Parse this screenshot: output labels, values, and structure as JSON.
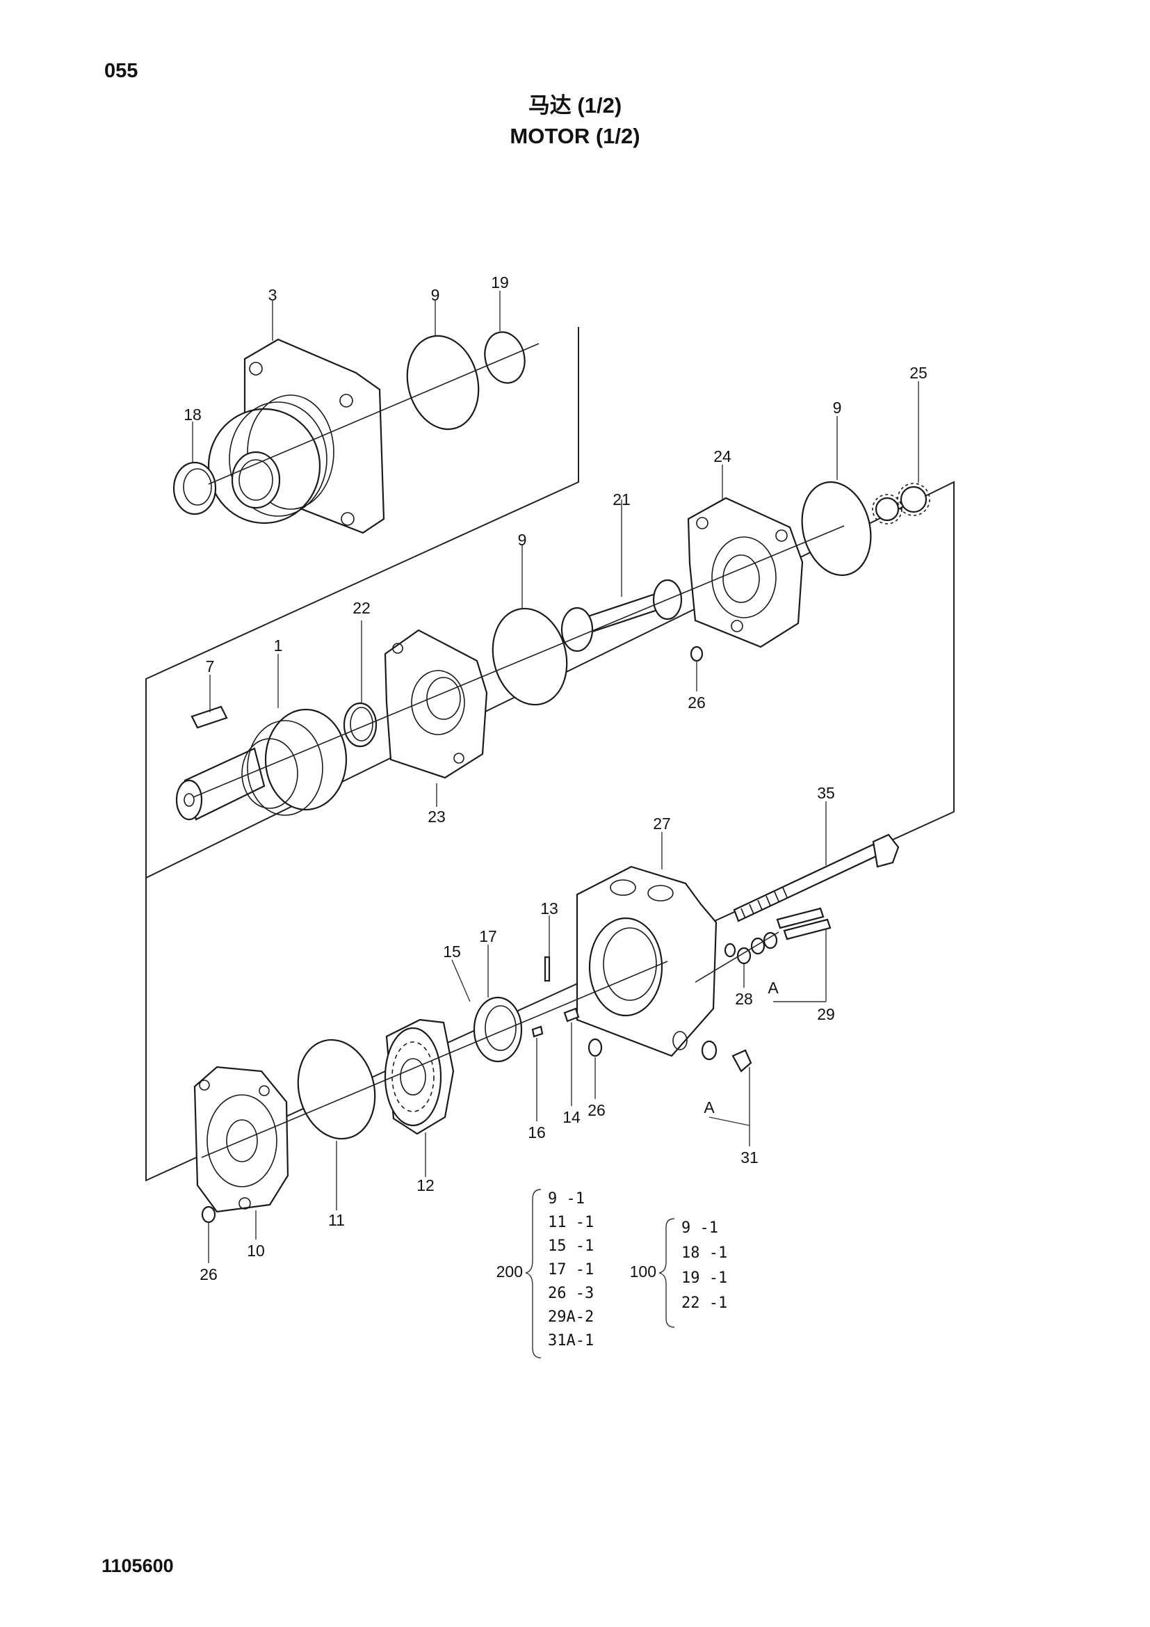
{
  "page_number": "055",
  "title_cn": "马达 (1/2)",
  "title_en": "MOTOR  (1/2)",
  "document_code": "1105600",
  "callouts": [
    "3",
    "9",
    "19",
    "18",
    "25",
    "9",
    "24",
    "21",
    "9",
    "22",
    "7",
    "1",
    "26",
    "23",
    "35",
    "27",
    "13",
    "15",
    "17",
    "28",
    "A",
    "29",
    "14",
    "26",
    "16",
    "31",
    "A",
    "12",
    "11",
    "10",
    "26"
  ],
  "kit_200": {
    "number": "200",
    "items": [
      "9  -1",
      "11  -1",
      "15  -1",
      "17  -1",
      "26  -3",
      "29A-2",
      "31A-1"
    ]
  },
  "kit_100": {
    "number": "100",
    "items": [
      "9  -1",
      "18  -1",
      "19  -1",
      "22  -1"
    ]
  }
}
